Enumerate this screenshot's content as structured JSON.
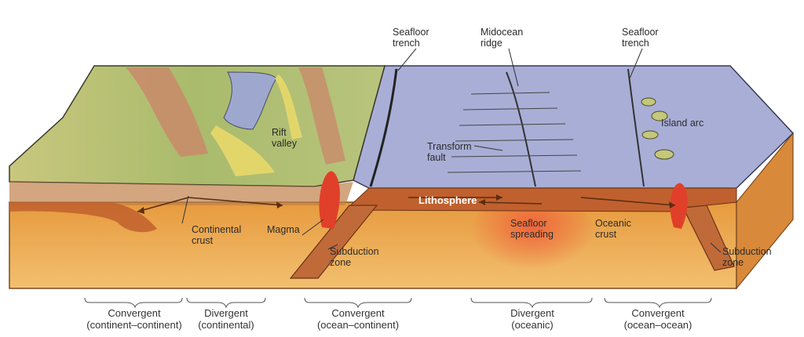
{
  "labels": {
    "seafloor_trench_left": [
      "Seafloor",
      "trench"
    ],
    "midocean_ridge": [
      "Midocean",
      "ridge"
    ],
    "seafloor_trench_right": [
      "Seafloor",
      "trench"
    ],
    "island_arc": "Island arc",
    "rift_valley": [
      "Rift",
      "valley"
    ],
    "transform_fault": [
      "Transform",
      "fault"
    ],
    "lithosphere": "Lithosphere",
    "continental_crust": [
      "Continental",
      "crust"
    ],
    "magma": "Magma",
    "subduction_zone_left": [
      "Subduction",
      "zone"
    ],
    "seafloor_spreading": [
      "Seafloor",
      "spreading"
    ],
    "oceanic_crust": [
      "Oceanic",
      "crust"
    ],
    "subduction_zone_right": [
      "Subduction",
      "zone"
    ]
  },
  "boundaries": [
    {
      "type": "Convergent",
      "sub": "(continent–continent)"
    },
    {
      "type": "Divergent",
      "sub": "(continental)"
    },
    {
      "type": "Convergent",
      "sub": "(ocean–continent)"
    },
    {
      "type": "Divergent",
      "sub": "(oceanic)"
    },
    {
      "type": "Convergent",
      "sub": "(ocean–ocean)"
    }
  ],
  "colors": {
    "mantle": "#e9a44a",
    "lithosphere": "#c0602e",
    "ocean": "#a9aed6",
    "land_green": "#b6c27a",
    "rock_pink": "#c98a6a",
    "magma": "#e0402a"
  }
}
